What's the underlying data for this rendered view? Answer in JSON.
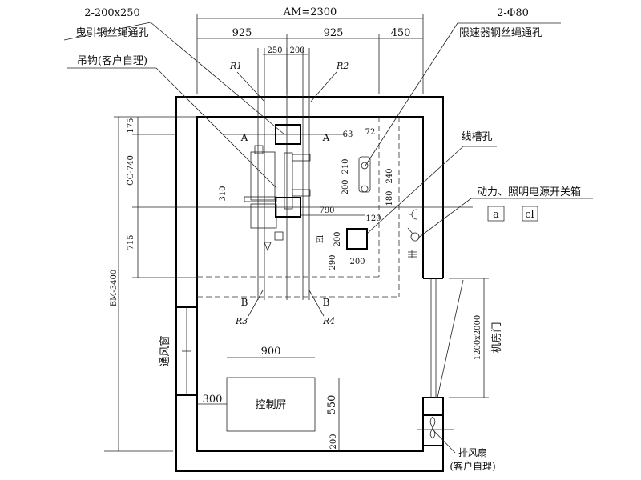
{
  "labels": {
    "traction_hole_size": "2-200x250",
    "traction_hole_name": "曳引钢丝绳通孔",
    "hook": "吊钩(客户自理)",
    "governor_hole_size": "2-Φ80",
    "governor_hole_name": "限速器钢丝绳通孔",
    "cable_slot": "线槽孔",
    "power_switch": "动力、照明电源开关箱",
    "legend_a": "a",
    "legend_c1": "cl",
    "door_size": "1200x2000",
    "door_name": "机房门",
    "vent_window": "通风窗",
    "control_panel": "控制屏",
    "fan_name": "排风扇",
    "fan_note": "(客户自理)",
    "small_mark": "El"
  },
  "dimensions": {
    "am": "AM=2300",
    "d925a": "925",
    "d925b": "925",
    "d450": "450",
    "d250": "250",
    "d200top": "200",
    "d175": "175",
    "cc": "CC-740",
    "d715": "715",
    "bm": "BM-3400",
    "d310": "310",
    "d790": "790",
    "d63": "63",
    "d72": "72",
    "d210": "210",
    "d200a": "200",
    "d240": "240",
    "d180": "180",
    "d120": "120",
    "d200b": "200",
    "d290": "290",
    "d200c": "200",
    "d900": "900",
    "d300": "300",
    "d550": "550",
    "d200d": "200"
  },
  "markers": {
    "r1": "R1",
    "r2": "R2",
    "r3": "R3",
    "r4": "R4",
    "a_left": "A",
    "a_right": "A",
    "b_left": "B",
    "b_right": "B"
  }
}
